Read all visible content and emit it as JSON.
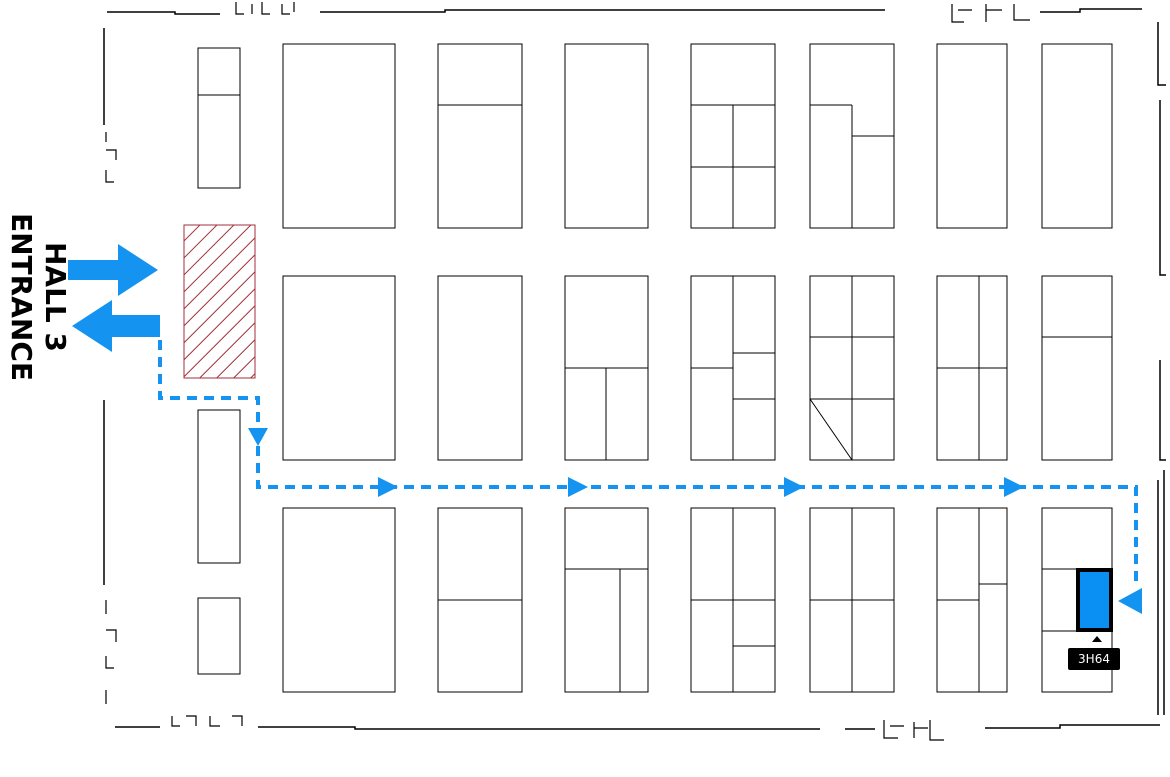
{
  "hall": {
    "name_line1": "HALL 3",
    "name_line2": "ENTRANCE"
  },
  "booth": {
    "id": "3H64"
  },
  "colors": {
    "route": "#1593f0",
    "booth_highlight": "#0a8ff2",
    "restricted_hatch": "#a0303a",
    "walls": "#000000"
  },
  "icons": {
    "entrance_in": "arrow-right-icon",
    "entrance_out": "arrow-left-icon",
    "route_direction": "triangle-arrow-icon",
    "booth_pointer": "triangle-up-icon"
  }
}
